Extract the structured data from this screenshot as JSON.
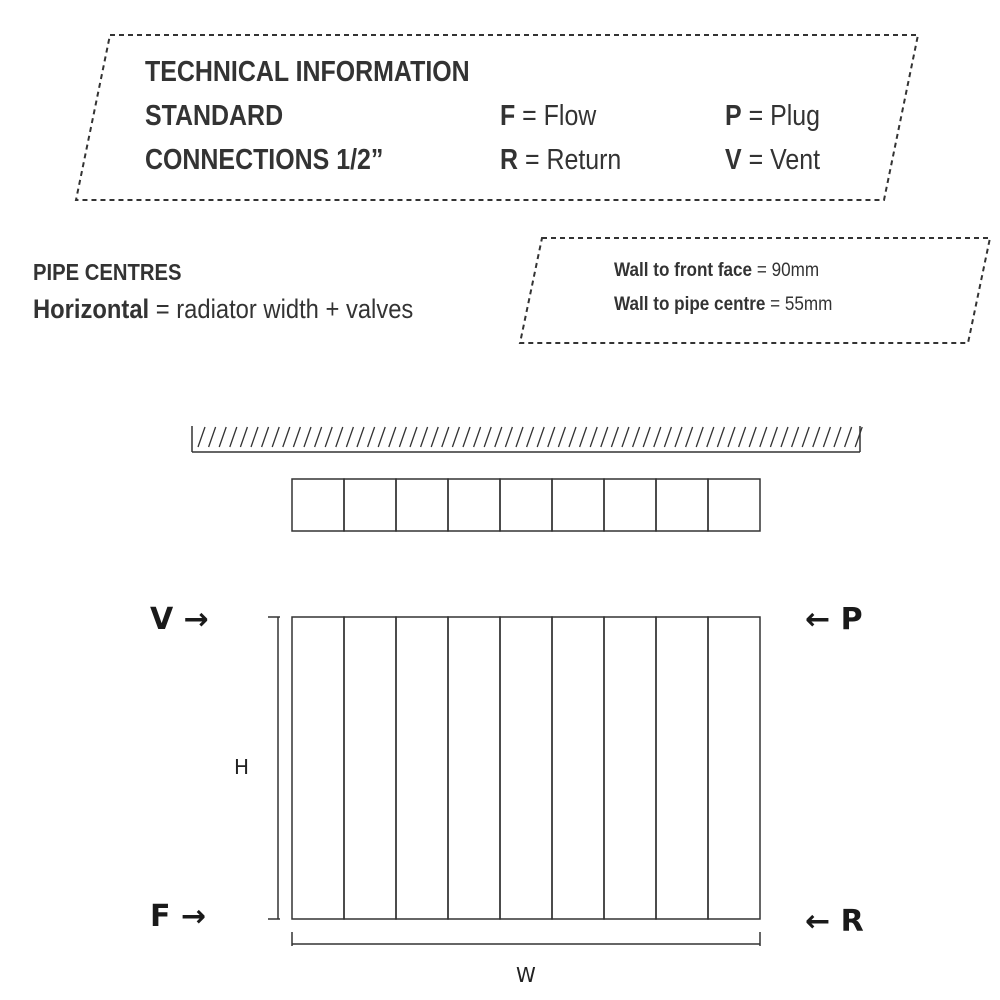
{
  "technical_info": {
    "line1": "TECHNICAL INFORMATION",
    "line2": "STANDARD",
    "line3": "CONNECTIONS 1/2”",
    "legend": [
      {
        "key": "F",
        "text": "= Flow"
      },
      {
        "key": "P",
        "text": "= Plug"
      },
      {
        "key": "R",
        "text": "= Return"
      },
      {
        "key": "V",
        "text": "= Vent"
      }
    ]
  },
  "pipe_centres": {
    "title": "PIPE CENTRES",
    "horizontal_key": "Horizontal",
    "horizontal_text": "= radiator width + valves"
  },
  "wall_info": {
    "front_key": "Wall to front face",
    "front_value": "= 90mm",
    "pipe_key": "Wall to pipe centre",
    "pipe_value": "= 55mm"
  },
  "diagram": {
    "column_count": 9,
    "labels": {
      "vent": "V →",
      "plug": "← P",
      "flow": "F →",
      "return": "← R",
      "height": "H",
      "width": "W"
    }
  }
}
